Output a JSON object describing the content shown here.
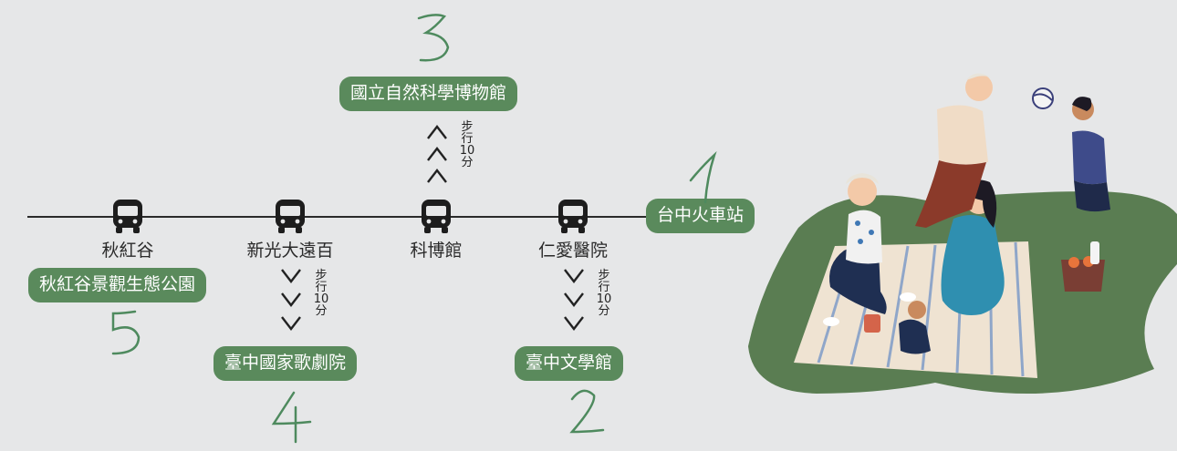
{
  "stops": [
    {
      "label": "秋紅谷"
    },
    {
      "label": "新光大遠百"
    },
    {
      "label": "科博館"
    },
    {
      "label": "仁愛醫院"
    }
  ],
  "start": {
    "label": "台中火車站",
    "number": "1"
  },
  "destinations": [
    {
      "label": "國立自然科學博物館",
      "number": "3"
    },
    {
      "label": "臺中文學館",
      "number": "2"
    },
    {
      "label": "臺中國家歌劇院",
      "number": "4"
    },
    {
      "label": "秋紅谷景觀生態公園",
      "number": "5"
    }
  ],
  "walk": {
    "line1": "步",
    "line2": "行",
    "line3": "10",
    "line4": "分"
  },
  "colors": {
    "accent_green": "#5a8a5c",
    "background": "#e6e7e8",
    "line": "#2a2a2a"
  },
  "icons": [
    "bus-icon",
    "chevron-up-icon",
    "chevron-down-icon"
  ]
}
